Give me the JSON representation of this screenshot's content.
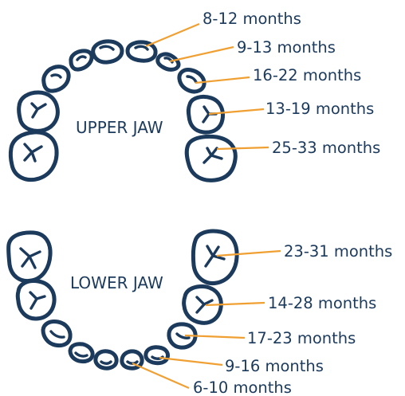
{
  "colors": {
    "ink": "#1b3a5c",
    "leader": "#f0a032",
    "background": "#ffffff"
  },
  "upper_jaw": {
    "title": "UPPER JAW",
    "labels": [
      "8-12 months",
      "9-13 months",
      "16-22 months",
      "13-19 months",
      "25-33 months"
    ]
  },
  "lower_jaw": {
    "title": "LOWER JAW",
    "labels": [
      "23-31 months",
      "14-28 months",
      "17-23 months",
      "9-16 months",
      "6-10 months"
    ]
  }
}
